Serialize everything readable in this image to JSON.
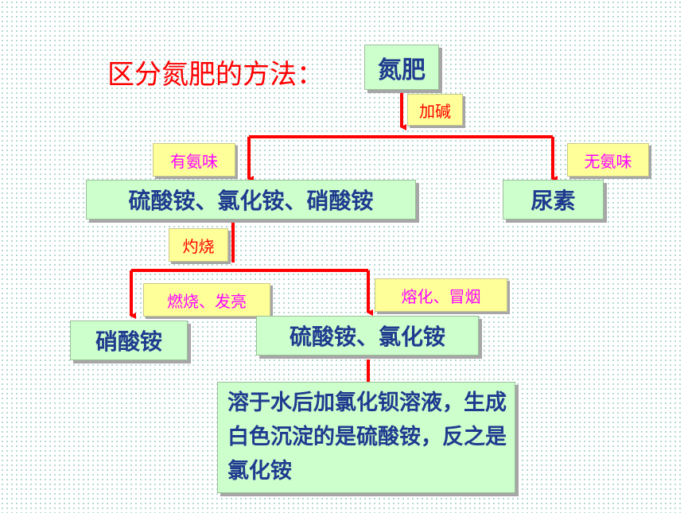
{
  "title": "区分氮肥的方法：",
  "nodes": {
    "root": "氮肥",
    "ammonium_group": "硫酸铵、氯化铵、硝酸铵",
    "urea": "尿素",
    "ammonium_nitrate": "硝酸铵",
    "sulfate_chloride": "硫酸铵、氯化铵",
    "conclusion": "溶于水后加氯化钡溶液，生成白色沉淀的是硫酸铵，反之是氯化铵"
  },
  "labels": {
    "add_alkali": "加碱",
    "has_ammonia_smell": "有氨味",
    "no_ammonia_smell": "无氨味",
    "burn": "灼烧",
    "burns_bright": "燃烧、发亮",
    "melts_smokes": "熔化、冒烟"
  },
  "colors": {
    "title": "#ff0000",
    "node_background": "#ccffcc",
    "node_text": "#1f3a8f",
    "label_background": "#ffff99",
    "label_red_text": "#ff0000",
    "label_magenta_text": "#ff00ff",
    "arrow": "#ff0000"
  }
}
